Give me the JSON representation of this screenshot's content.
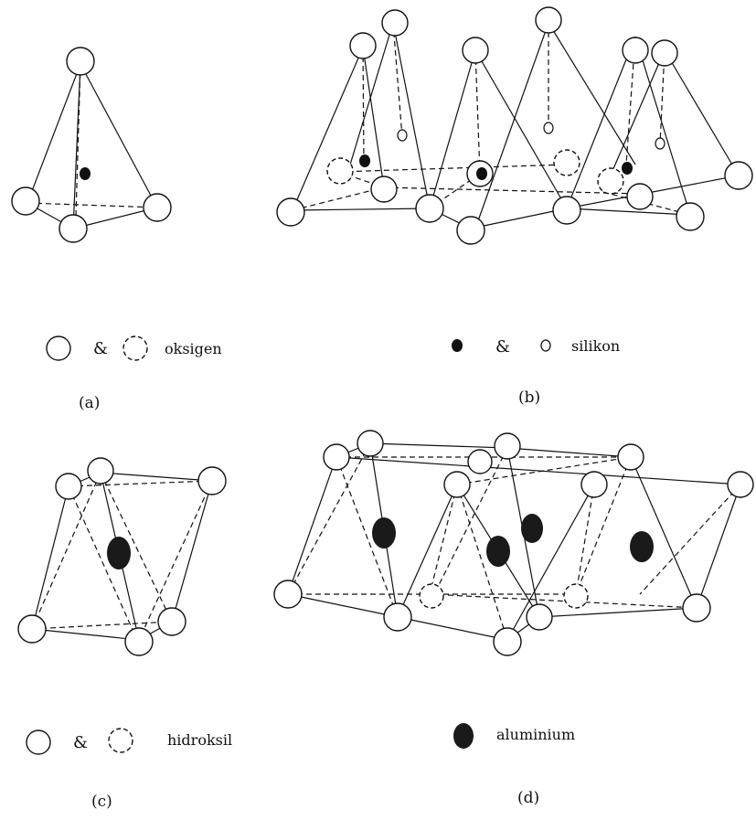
{
  "panel_a": {
    "caption": "(a)",
    "legend": {
      "amp": "&",
      "label": "oksigen"
    }
  },
  "panel_b": {
    "caption": "(b)",
    "legend": {
      "amp": "&",
      "label": "silikon"
    }
  },
  "panel_c": {
    "caption": "(c)",
    "legend": {
      "amp": "&",
      "label": "hidroksil"
    }
  },
  "panel_d": {
    "caption": "(d)",
    "legend": {
      "label": "aluminium"
    }
  },
  "colors": {
    "ink": "#111111",
    "background": "#ffffff"
  }
}
